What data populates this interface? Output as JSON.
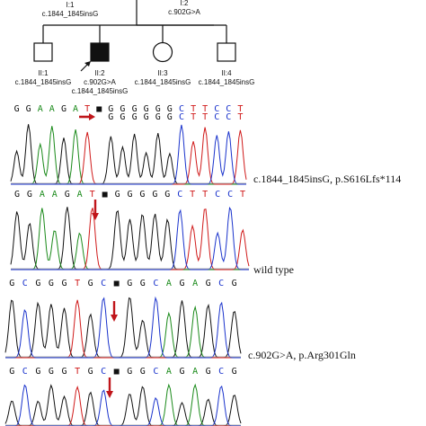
{
  "pedigree": {
    "generation1": [
      {
        "id": "I:1",
        "genotype": "c.1844_1845insG"
      },
      {
        "id": "I:2",
        "genotype": "c.902G>A"
      }
    ],
    "generation2": [
      {
        "id": "II:1",
        "genotype_lines": [
          "c.1844_1845insG"
        ],
        "sex": "male",
        "affected": false,
        "proband": false
      },
      {
        "id": "II:2",
        "genotype_lines": [
          "c.902G>A",
          "c.1844_1845insG"
        ],
        "sex": "male",
        "affected": true,
        "proband": true
      },
      {
        "id": "II:3",
        "genotype_lines": [
          "c.1844_1845insG"
        ],
        "sex": "female",
        "affected": false,
        "proband": false
      },
      {
        "id": "II:4",
        "genotype_lines": [
          "c.1844_1845insG"
        ],
        "sex": "male",
        "affected": false,
        "proband": false
      }
    ]
  },
  "chromatograms": [
    {
      "bases": "GGAAGAT■GGGGGGCTTCCT",
      "second_bases": "GGGGGGCTTCCT",
      "caption": "c.1844_1845insG, p.S616Lfs*114",
      "arrow_color": "#c0151a"
    },
    {
      "bases": "GGAAGAT■GGGGGCTTCCT",
      "caption": "wild type",
      "arrow_color": "#c0151a"
    },
    {
      "bases": "GCGGGTGC■GGCAGAGCG",
      "caption": "c.902G>A, p.Arg301Gln",
      "arrow_color": "#c0151a"
    },
    {
      "bases": "GCGGGTGC■GGCAGAGCG",
      "caption": "",
      "arrow_color": "#c0151a"
    }
  ],
  "colors": {
    "A": "#1a8a1a",
    "C": "#1a33cc",
    "G": "#111111",
    "T": "#d01a1a",
    "arrow": "#c0151a"
  }
}
